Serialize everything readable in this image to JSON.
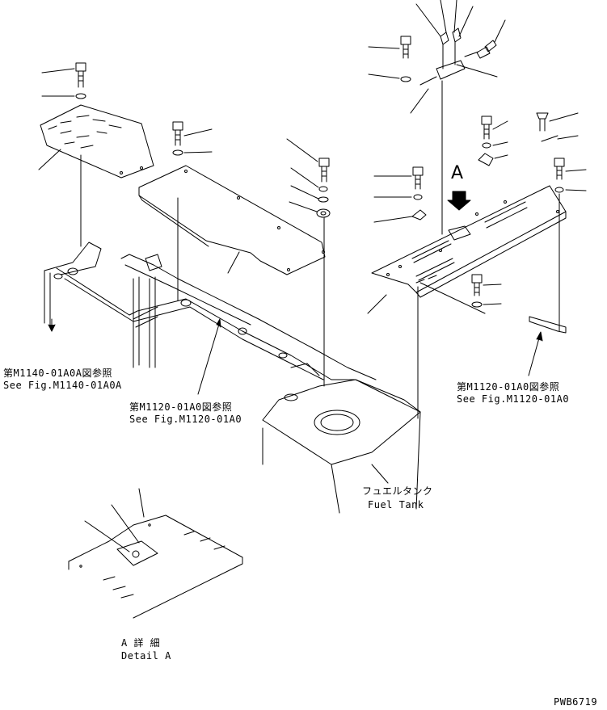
{
  "labels": {
    "ref_m1140_jp": "第M1140-01A0A図参照",
    "ref_m1140_en": "See Fig.M1140-01A0A",
    "ref_m1120_center_jp": "第M1120-01A0図参照",
    "ref_m1120_center_en": "See Fig.M1120-01A0",
    "ref_m1120_right_jp": "第M1120-01A0図参照",
    "ref_m1120_right_en": "See Fig.M1120-01A0",
    "fuel_tank_jp": "フュエルタンク",
    "fuel_tank_en": "Fuel Tank",
    "view_marker": "A",
    "detail_jp": "A 詳 細",
    "detail_en": "Detail A",
    "drawing_code": "PWB6719"
  },
  "colors": {
    "line": "#000000",
    "background": "#ffffff"
  }
}
